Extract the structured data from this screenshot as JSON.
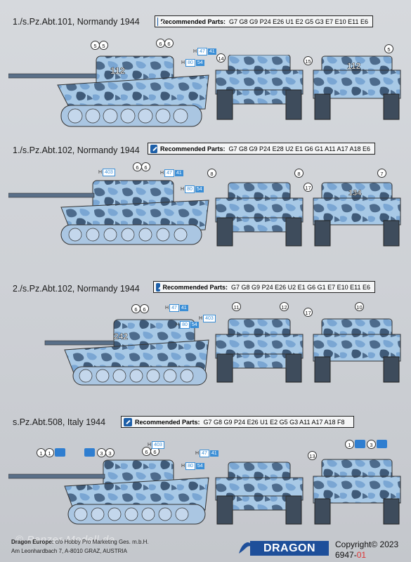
{
  "sections": [
    {
      "title": "1./s.Pz.Abt.101, Normandy 1944",
      "parts_label": "Recommended Parts:",
      "parts": "G7 G8 G9 P24 E26 U1 E2 G5 G3 E7 E10 E11 E6",
      "turret_number": "112",
      "callouts": [
        "5",
        "5",
        "6",
        "6",
        "14",
        "15",
        "5"
      ],
      "h_tags": [
        {
          "prefix": "H",
          "code": "47",
          "num": "41"
        },
        {
          "prefix": "H",
          "code": "80",
          "num": "54"
        }
      ]
    },
    {
      "title": "1./s.Pz.Abt.102, Normandy 1944",
      "parts_label": "Recommended Parts:",
      "parts": "G7 G8 G9 P24 E28 U2 E1 G6 G1 A11 A17 A18 E6",
      "turret_number": "134",
      "callouts": [
        "6",
        "6",
        "8",
        "8",
        "17",
        "7"
      ],
      "h_tags": [
        {
          "prefix": "H",
          "code": "403",
          "num": ""
        },
        {
          "prefix": "H",
          "code": "47",
          "num": "41"
        },
        {
          "prefix": "H",
          "code": "80",
          "num": "54"
        }
      ]
    },
    {
      "title": "2./s.Pz.Abt.102, Normandy 1944",
      "parts_label": "Recommended Parts:",
      "parts": "G7 G8 G9 P24 E26 U2 E1 G6 G1 E7 E10 E11 E6",
      "turret_number": "242",
      "callouts": [
        "6",
        "6",
        "11",
        "12",
        "17",
        "10"
      ],
      "h_tags": [
        {
          "prefix": "H",
          "code": "47",
          "num": "41"
        },
        {
          "prefix": "H",
          "code": "80",
          "num": "54"
        },
        {
          "prefix": "H",
          "code": "403",
          "num": ""
        }
      ]
    },
    {
      "title": "s.Pz.Abt.508, Italy 1944",
      "parts_label": "Recommended Parts:",
      "parts": "G7 G8 G9 P24 E26 U1 E2 G5 G3 A11 A17 A18 F8",
      "turret_number": "",
      "callouts": [
        "1",
        "1",
        "3",
        "3",
        "6",
        "6",
        "1",
        "3",
        "13"
      ],
      "h_tags": [
        {
          "prefix": "H",
          "code": "403",
          "num": ""
        },
        {
          "prefix": "H",
          "code": "47",
          "num": "41"
        },
        {
          "prefix": "H",
          "code": "80",
          "num": "54"
        }
      ]
    }
  ],
  "footer": {
    "company_bold": "Dragon Europe:",
    "company_rest": "c/o Hobby Pro Marketing Ges. m.b.H.",
    "address": "Am Leonhardbach 7, A-8010 GRAZ, AUSTRIA",
    "watermark": "© Panzer-Modell.de",
    "logo": "DRAGON",
    "copyright": "Copyright© 2023",
    "code_main": "6947-",
    "code_suffix": "01"
  },
  "colors": {
    "camo_light": "#9fc3e4",
    "camo_mid": "#6fa0d0",
    "camo_dark": "#3f5a78",
    "accent": "#1d5fa8",
    "decal_blue": "#2f7ed0"
  }
}
